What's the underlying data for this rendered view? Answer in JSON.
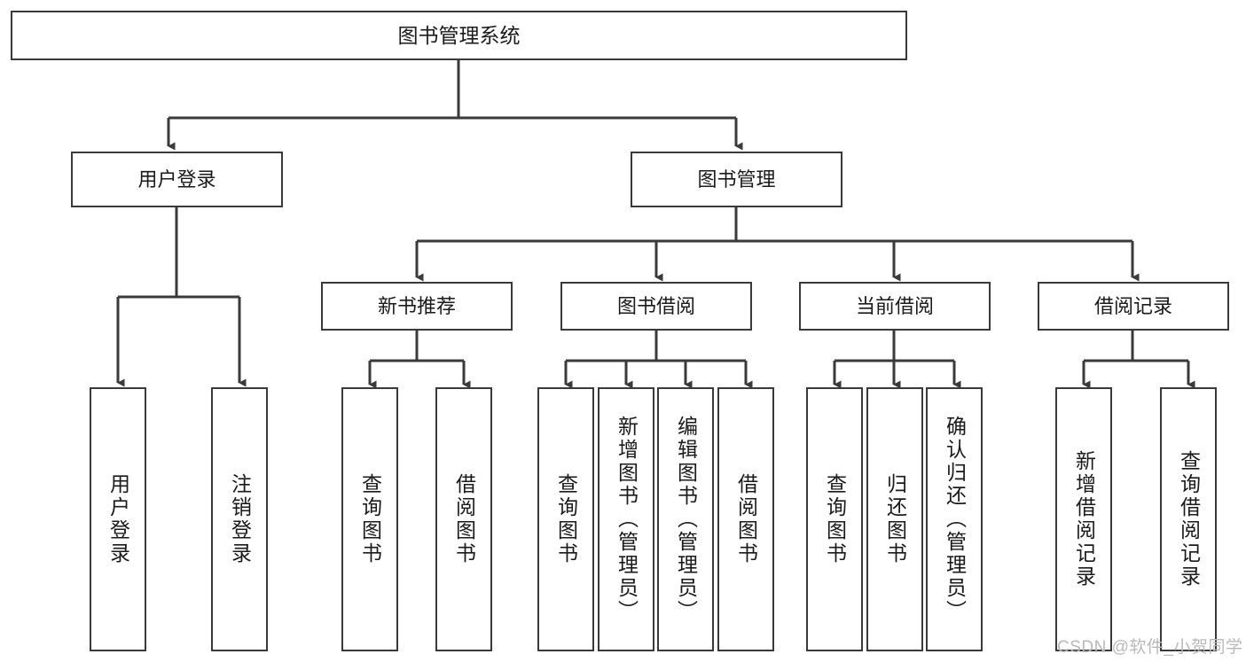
{
  "diagram": {
    "type": "tree-hierarchy-diagram",
    "title_node": {
      "label": "图书管理系统"
    },
    "level2": [
      {
        "id": "user-login",
        "label": "用户登录"
      },
      {
        "id": "book-management",
        "label": "图书管理"
      }
    ],
    "level3": [
      {
        "id": "new-book-recommend",
        "label": "新书推荐"
      },
      {
        "id": "book-borrow",
        "label": "图书借阅"
      },
      {
        "id": "current-borrow",
        "label": "当前借阅"
      },
      {
        "id": "borrow-record",
        "label": "借阅记录"
      }
    ],
    "leaves": {
      "user_login": [
        {
          "id": "leaf-user-login",
          "label": "用户登录"
        },
        {
          "id": "leaf-logout-login",
          "label": "注销登录"
        }
      ],
      "new_book_recommend": [
        {
          "id": "leaf-query-book-1",
          "label": "查询图书"
        },
        {
          "id": "leaf-borrow-book-1",
          "label": "借阅图书"
        }
      ],
      "book_borrow": [
        {
          "id": "leaf-query-book-2",
          "label": "查询图书"
        },
        {
          "id": "leaf-add-book",
          "label": "新增图书（管理员）"
        },
        {
          "id": "leaf-edit-book",
          "label": "编辑图书（管理员）"
        },
        {
          "id": "leaf-borrow-book-2",
          "label": "借阅图书"
        }
      ],
      "current_borrow": [
        {
          "id": "leaf-query-book-3",
          "label": "查询图书"
        },
        {
          "id": "leaf-return-book",
          "label": "归还图书"
        },
        {
          "id": "leaf-confirm-return",
          "label": "确认归还（管理员）"
        }
      ],
      "borrow_record": [
        {
          "id": "leaf-add-record",
          "label": "新增借阅记录"
        },
        {
          "id": "leaf-query-record",
          "label": "查询借阅记录"
        }
      ]
    },
    "watermark": "CSDN @软件_小贺同学",
    "colors": {
      "background": "#ffffff",
      "stroke": "#3a3a3a",
      "text": "#1a1a1a",
      "watermark": "#b9b9b9"
    }
  }
}
